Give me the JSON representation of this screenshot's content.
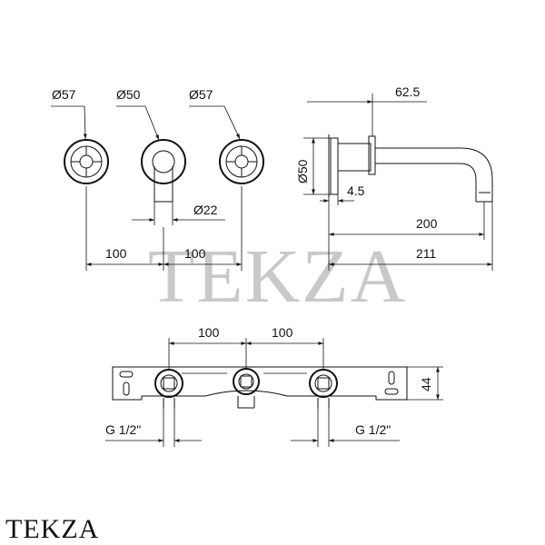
{
  "watermark": "TEKZA",
  "brand": "TEKZA",
  "front_view": {
    "handle_left_diameter": "Ø57",
    "spout_flange_diameter": "Ø50",
    "handle_right_diameter": "Ø57",
    "spout_diameter": "Ø22",
    "spacing_left": "100",
    "spacing_right": "100"
  },
  "side_view": {
    "flange_diameter": "Ø50",
    "projection_top": "62.5",
    "flange_thickness": "4.5",
    "spout_reach": "200",
    "total_depth": "211"
  },
  "mounting_body": {
    "spacing_left": "100",
    "spacing_right": "100",
    "height": "44",
    "connection_left": "G 1/2\"",
    "connection_right": "G 1/2\""
  }
}
